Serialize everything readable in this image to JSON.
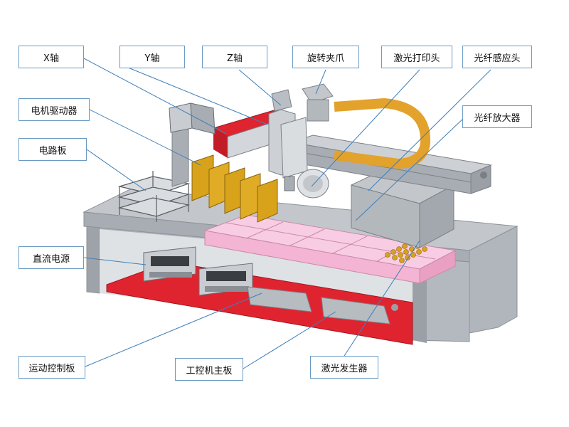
{
  "colors": {
    "frame": "#b9bec4",
    "frame_dark": "#8d9299",
    "red_base": "#e0242f",
    "pink_rack": "#f4b4d4",
    "gold": "#d9a21b",
    "orange_chain": "#e3a22c",
    "leader": "#3f7fb8",
    "box_border": "#6a9ac4"
  },
  "labels": {
    "x_axis": "X轴",
    "y_axis": "Y轴",
    "z_axis": "Z轴",
    "rotary_gripper": "旋转夹爪",
    "laser_print_head": "激光打印头",
    "fiber_sensor_head": "光纤感应头",
    "motor_driver": "电机驱动器",
    "fiber_amplifier": "光纤放大器",
    "circuit_board": "电路板",
    "dc_power": "直流电源",
    "motion_control_board": "运动控制板",
    "ipc_mainboard": "工控机主板",
    "laser_generator": "激光发生器"
  }
}
